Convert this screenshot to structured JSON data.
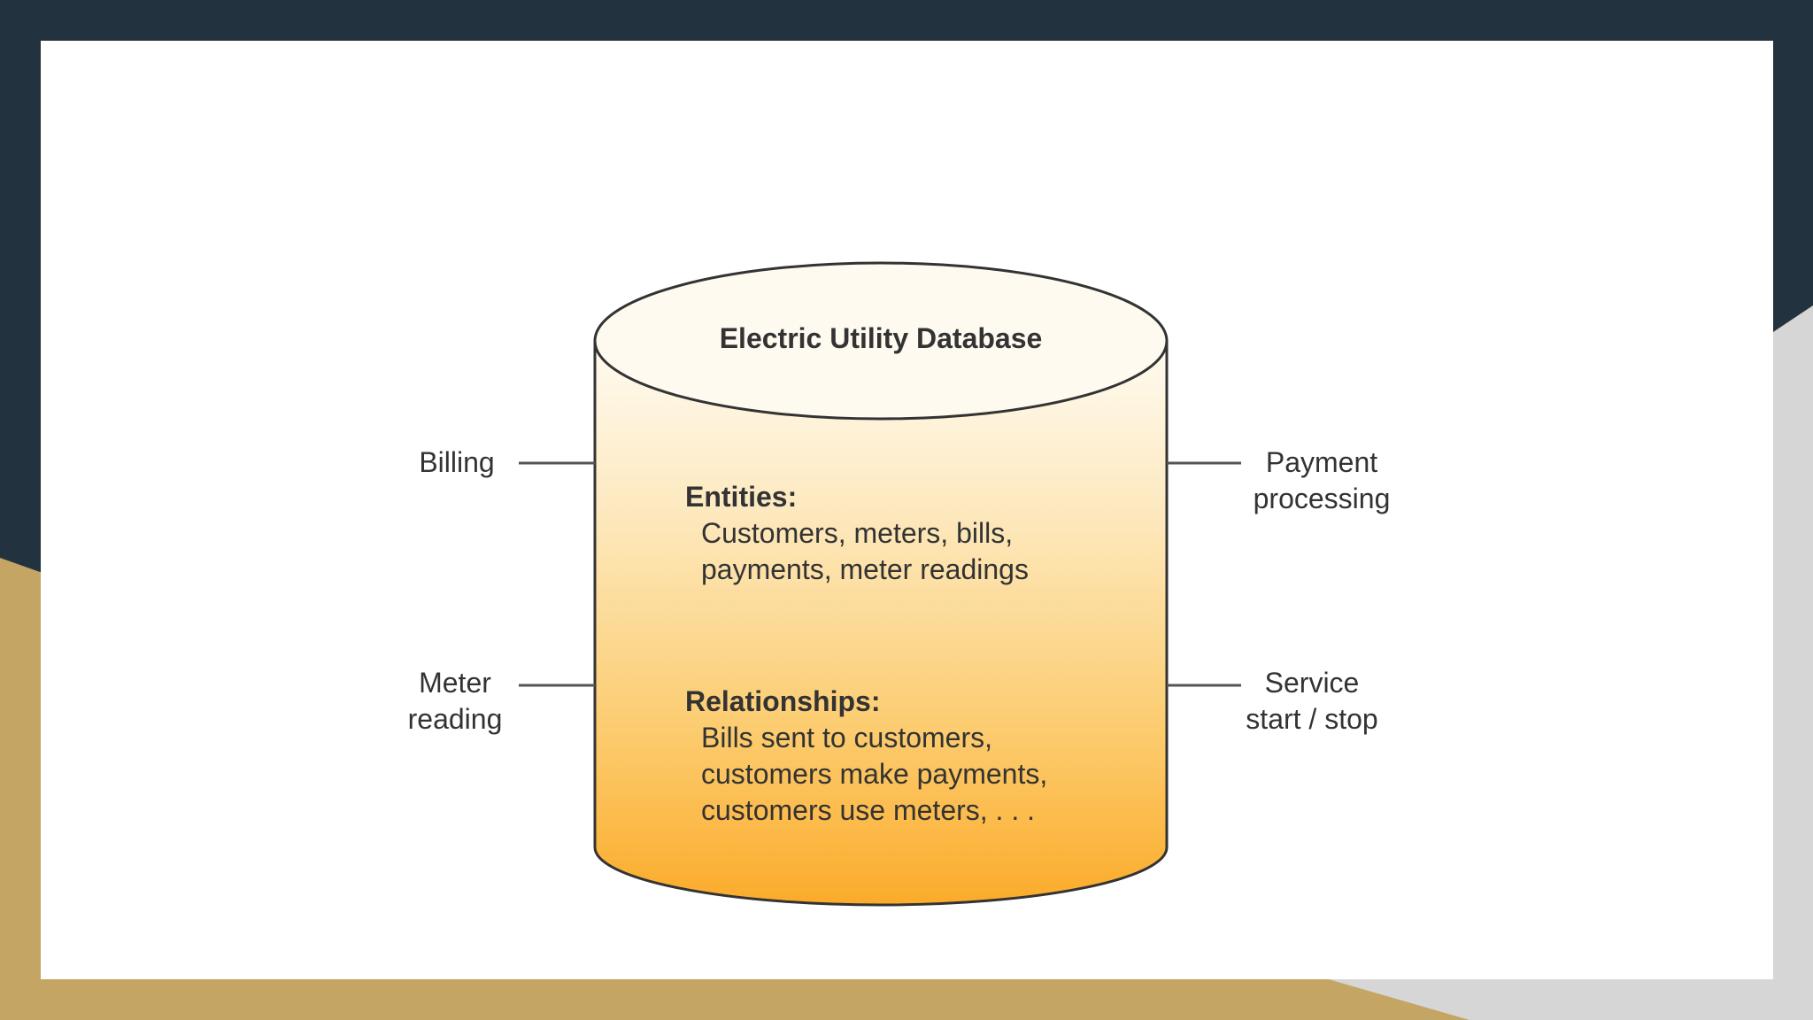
{
  "colors": {
    "background_dark": "#22333f",
    "accent_gold": "#c4a564",
    "accent_gray": "#d6d6d6",
    "slide": "#ffffff",
    "cylinder_top": "#fffaf0",
    "cylinder_bottom": "#fbac2a",
    "outline": "#333333"
  },
  "diagram": {
    "title": "Electric Utility Database",
    "entities": {
      "heading": "Entities:",
      "lines": [
        "Customers, meters, bills,",
        "payments, meter readings"
      ]
    },
    "relationships": {
      "heading": "Relationships:",
      "lines": [
        "Bills sent to customers,",
        "customers make payments,",
        "customers use meters, . . ."
      ]
    },
    "left_labels": [
      {
        "lines": [
          "Billing"
        ]
      },
      {
        "lines": [
          "Meter",
          "reading"
        ]
      }
    ],
    "right_labels": [
      {
        "lines": [
          "Payment",
          "processing"
        ]
      },
      {
        "lines": [
          "Service",
          "start / stop"
        ]
      }
    ]
  }
}
